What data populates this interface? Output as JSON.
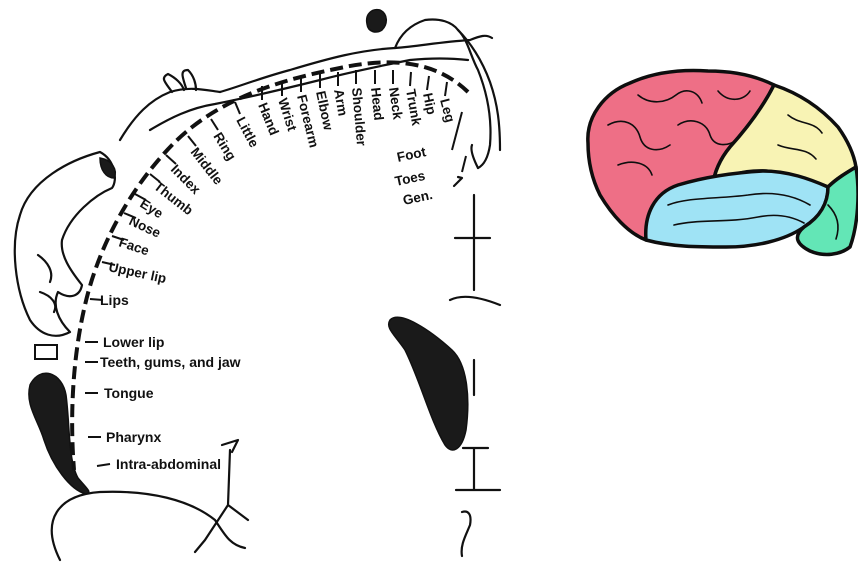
{
  "homunculus": {
    "labels": [
      "Leg",
      "Hip",
      "Trunk",
      "Neck",
      "Head",
      "Shoulder",
      "Arm",
      "Elbow",
      "Forearm",
      "Wrist",
      "Hand",
      "Little",
      "Ring",
      "Middle",
      "Index",
      "Thumb",
      "Eye",
      "Nose",
      "Face",
      "Upper lip",
      "Lips",
      "Lower lip",
      "Teeth, gums, and jaw",
      "Tongue",
      "Pharynx",
      "Intra-abdominal",
      "Foot",
      "Toes",
      "Gen."
    ]
  },
  "brain": {
    "lobe_colors": {
      "frontal": "#ee6f86",
      "parietal": "#f8f3b4",
      "temporal": "#9fe3f5",
      "occipital": "#63e6b6"
    }
  }
}
